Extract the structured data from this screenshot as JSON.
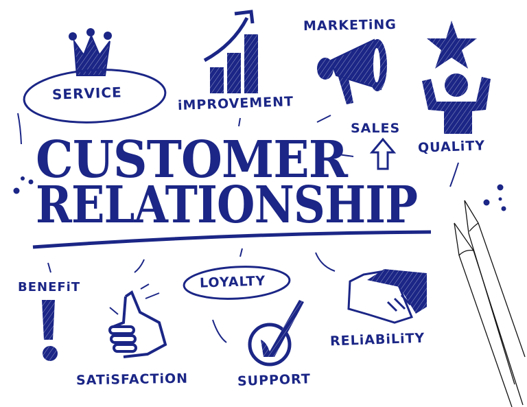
{
  "title": {
    "line1": "CUSTOMER",
    "line2": "RELATIONSHIP"
  },
  "keywords": {
    "service": "SERVICE",
    "improvement": "iMPROVEMENT",
    "marketing": "MARKETiNG",
    "sales": "SALES",
    "quality": "QUALiTY",
    "benefit": "BENEFiT",
    "loyalty": "LOYALTY",
    "reliability": "RELiABiLiTY",
    "satisfaction": "SATiSFACTiON",
    "support": "SUPPORT"
  },
  "icons": [
    "crown-icon",
    "bar-chart-growth-icon",
    "megaphone-icon",
    "star-person-icon",
    "up-arrow-icon",
    "exclamation-icon",
    "thumbs-up-icon",
    "checkmark-circle-icon",
    "handshake-icon",
    "pencils-icon"
  ],
  "colors": {
    "ink": "#1b2686",
    "background": "#ffffff"
  }
}
